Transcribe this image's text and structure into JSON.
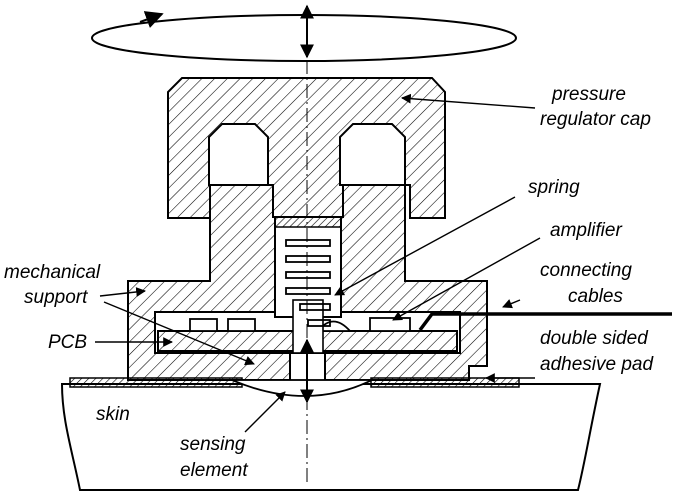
{
  "labels": {
    "pressure_regulator_cap": [
      "pressure",
      "regulator cap"
    ],
    "spring": "spring",
    "amplifier": "amplifier",
    "connecting_cables": [
      "connecting",
      "cables"
    ],
    "mechanical_support": [
      "mechanical",
      "support"
    ],
    "pcb": "PCB",
    "double_sided_adhesive_pad": [
      "double sided",
      "adhesive pad"
    ],
    "skin": "skin",
    "sensing_element": [
      "sensing",
      "element"
    ]
  },
  "colors": {
    "line": "#000000",
    "hatch": "#000000",
    "pad_fill": "#555555",
    "background": "#ffffff"
  },
  "icons": [
    "rotation-arrow-icon",
    "vertical-double-arrow-icon"
  ]
}
